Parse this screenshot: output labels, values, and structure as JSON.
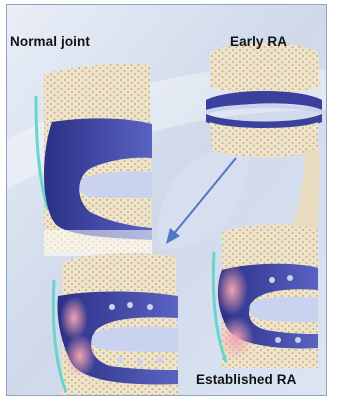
{
  "labels": {
    "normal_joint": "Normal joint",
    "early_ra": "Early RA",
    "established_ra": "Established RA"
  },
  "colors": {
    "background_blue": "#cfd9ea",
    "bone": "#efe4c9",
    "bone_dots": "#cbb995",
    "cartilage": "#3b3f9e",
    "synovial_space": "#c9d3ef",
    "inflammation": "#e58a9a",
    "arrow": "#4f78c2"
  }
}
